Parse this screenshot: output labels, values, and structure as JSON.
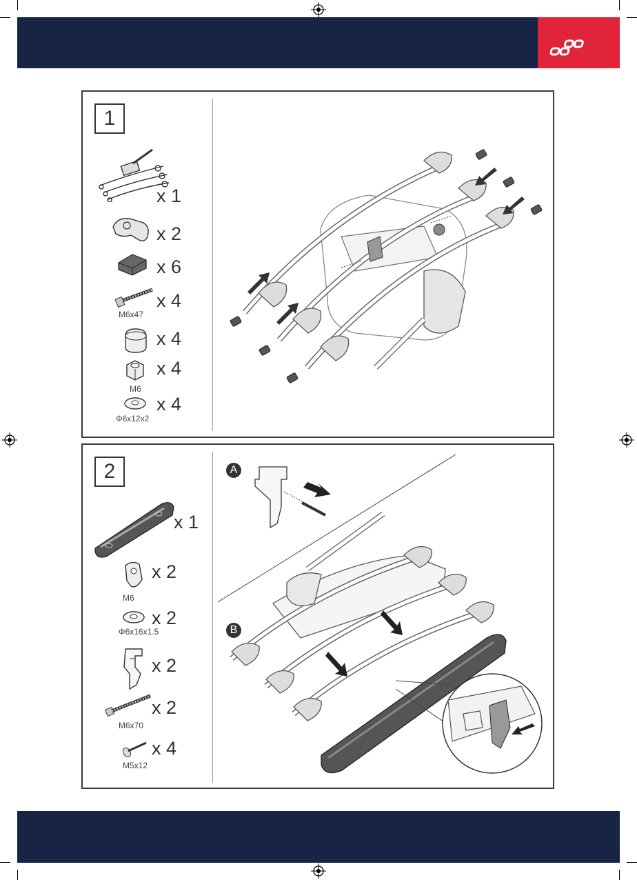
{
  "colors": {
    "navy": "#182446",
    "red": "#e1243a",
    "border": "#3a3a3a"
  },
  "brand": {
    "logo_icon": "four-rings-logo"
  },
  "steps": [
    {
      "number": "1",
      "parts": [
        {
          "icon": "bike-carrier-frame-icon",
          "qty": "x 1",
          "spec": ""
        },
        {
          "icon": "wheel-holder-icon",
          "qty": "x 2",
          "spec": ""
        },
        {
          "icon": "end-cap-icon",
          "qty": "x 6",
          "spec": ""
        },
        {
          "icon": "bolt-icon",
          "qty": "x 4",
          "spec": "M6x47"
        },
        {
          "icon": "cap-icon",
          "qty": "x 4",
          "spec": ""
        },
        {
          "icon": "nut-icon",
          "qty": "x 4",
          "spec": "M6"
        },
        {
          "icon": "washer-icon",
          "qty": "x 4",
          "spec": "Φ6x12x2"
        }
      ]
    },
    {
      "number": "2",
      "parts": [
        {
          "icon": "lamp-bar-icon",
          "qty": "x 1",
          "spec": ""
        },
        {
          "icon": "nut-clip-icon",
          "qty": "x 2",
          "spec": "M6"
        },
        {
          "icon": "washer-icon",
          "qty": "x 2",
          "spec": "Φ6x16x1.5"
        },
        {
          "icon": "bracket-icon",
          "qty": "x 2",
          "spec": ""
        },
        {
          "icon": "long-bolt-icon",
          "qty": "x 2",
          "spec": "M6x70"
        },
        {
          "icon": "screw-icon",
          "qty": "x 4",
          "spec": "M5x12"
        }
      ],
      "callouts": [
        "A",
        "B"
      ]
    }
  ]
}
